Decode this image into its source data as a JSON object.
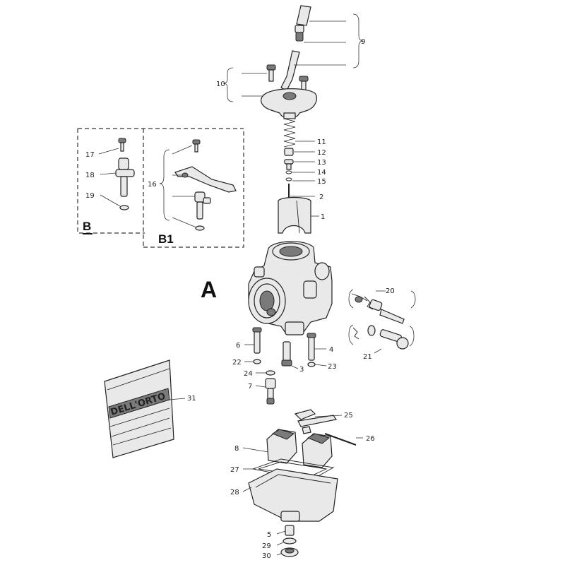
{
  "group_labels": {
    "A": "A",
    "B": "B",
    "B1": "B1"
  },
  "callouts": {
    "p1": "1",
    "p2": "2",
    "p3": "3",
    "p4": "4",
    "p5": "5",
    "p6": "6",
    "p7": "7",
    "p8": "8",
    "p9": "9",
    "p10": "10",
    "p11": "11",
    "p12": "12",
    "p13": "13",
    "p14": "14",
    "p15": "15",
    "p16": "16",
    "p17": "17",
    "p18": "18",
    "p19": "19",
    "p20": "20",
    "p21": "21",
    "p22": "22",
    "p23": "23",
    "p24": "24",
    "p25": "25",
    "p26": "26",
    "p27": "27",
    "p28": "28",
    "p29": "29",
    "p30": "30",
    "p31": "31"
  },
  "packet": {
    "brand": "DELL'ORTO"
  }
}
